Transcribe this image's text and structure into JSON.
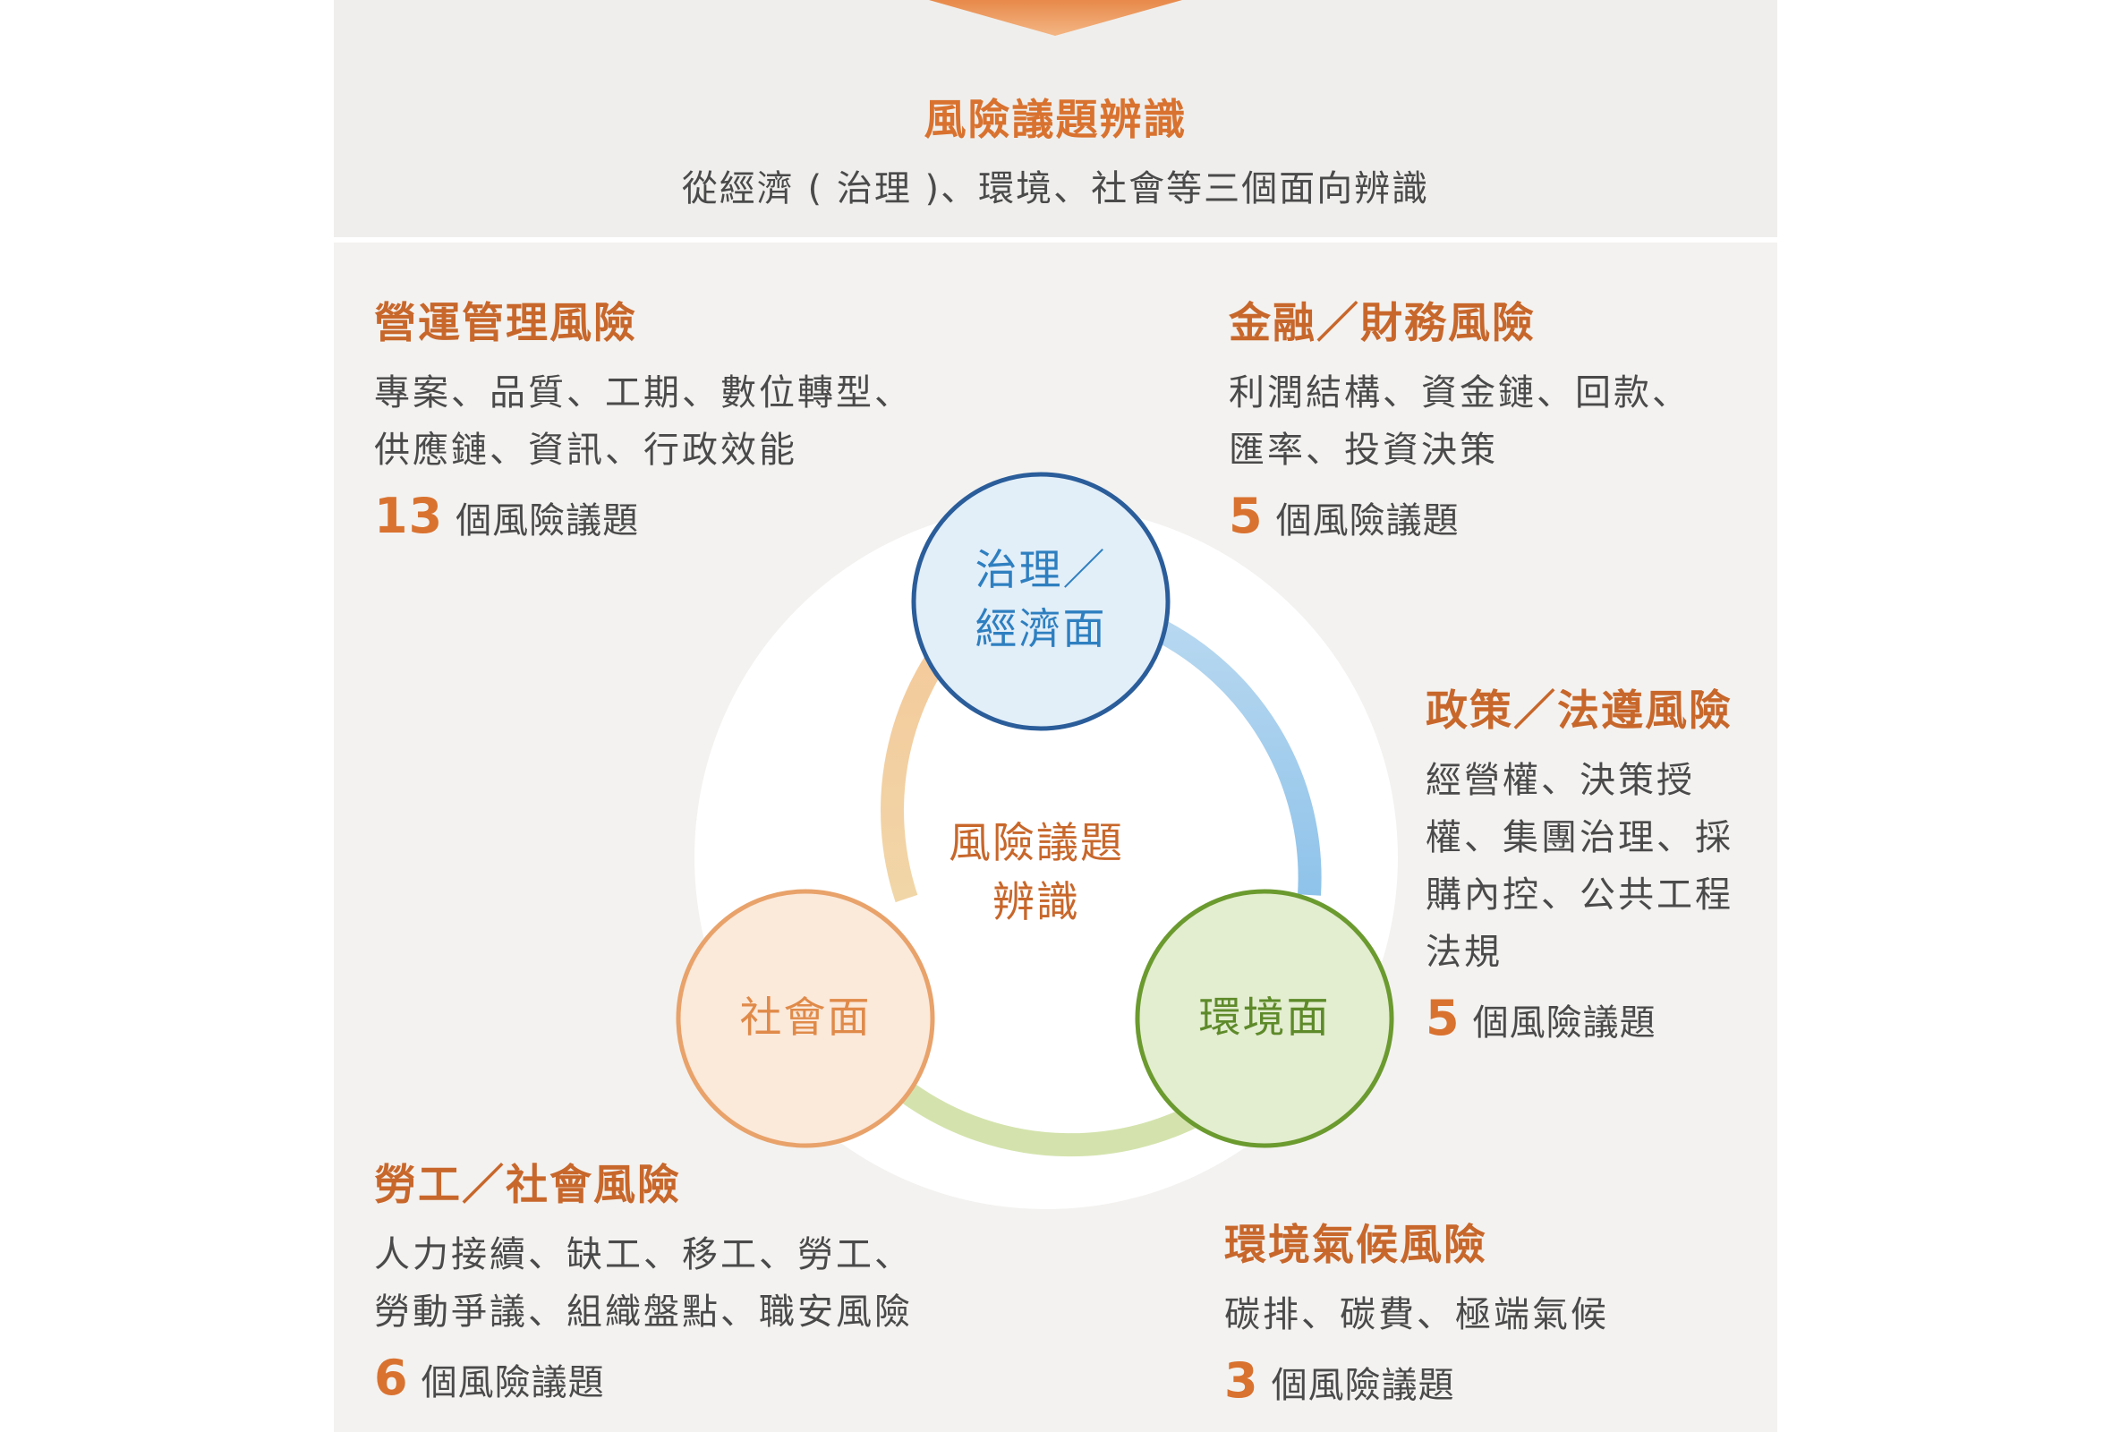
{
  "header": {
    "title": "風險議題辨識",
    "subtitle": "從經濟 ( 治理 )、環境、社會等三個面向辨識"
  },
  "cycle": {
    "center_line1": "風險議題",
    "center_line2": "辨識",
    "nodes": {
      "governance": {
        "line1": "治理／",
        "line2": "經濟面"
      },
      "environment": {
        "label": "環境面"
      },
      "social": {
        "label": "社會面"
      }
    }
  },
  "risks": {
    "operations": {
      "title": "營運管理風險",
      "desc": [
        "專案、品質、工期、數位轉型、",
        "供應鏈、資訊、行政效能"
      ],
      "count": "13",
      "count_label": "個風險議題"
    },
    "finance": {
      "title": "金融／財務風險",
      "desc": [
        "利潤結構、資金鏈、回款、",
        "匯率、投資決策"
      ],
      "count": "5",
      "count_label": "個風險議題"
    },
    "policy": {
      "title": "政策／法遵風險",
      "desc": [
        "經營權、決策授",
        "權、集團治理、採",
        "購內控、公共工程",
        "法規"
      ],
      "count": "5",
      "count_label": "個風險議題"
    },
    "labor": {
      "title": "勞工／社會風險",
      "desc": [
        "人力接續、缺工、移工、勞工、",
        "勞動爭議、組織盤點、職安風險"
      ],
      "count": "6",
      "count_label": "個風險議題"
    },
    "climate": {
      "title": "環境氣候風險",
      "desc": [
        "碳排、碳費、極端氣候"
      ],
      "count": "3",
      "count_label": "個風險議題"
    }
  },
  "colors": {
    "accent_orange": "#d9722f",
    "governance_blue": "#2a5d9a",
    "environment_green": "#6b9a2f",
    "social_orange": "#e8a26a"
  }
}
